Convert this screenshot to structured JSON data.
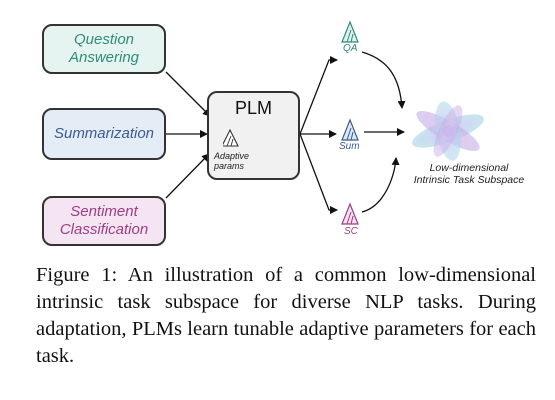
{
  "tasks": [
    {
      "label": "Question\nAnswering",
      "color": "#2e8c7a",
      "fill": "#e5f4f0"
    },
    {
      "label": "Summarization",
      "color": "#3b5b91",
      "fill": "#e4ecf6"
    },
    {
      "label": "Sentiment\nClassification",
      "color": "#9b3f84",
      "fill": "#f5e4f1"
    }
  ],
  "plm": {
    "title": "PLM",
    "adaptive_label": "Adaptive\nparams"
  },
  "outputs": {
    "qa": "QA",
    "sum": "Sum",
    "sc": "SC"
  },
  "subspace_label": "Low-dimensional\nIntrinsic Task Subspace",
  "caption": "Figure 1: An illustration of a common low-dimensional intrinsic task subspace for diverse NLP tasks. During adaptation, PLMs learn tunable adaptive parameters for each task.",
  "icons": {
    "qa": "triangle-params-icon",
    "sum": "triangle-params-icon",
    "sc": "triangle-params-icon",
    "subspace": "flower-subspace-icon"
  }
}
